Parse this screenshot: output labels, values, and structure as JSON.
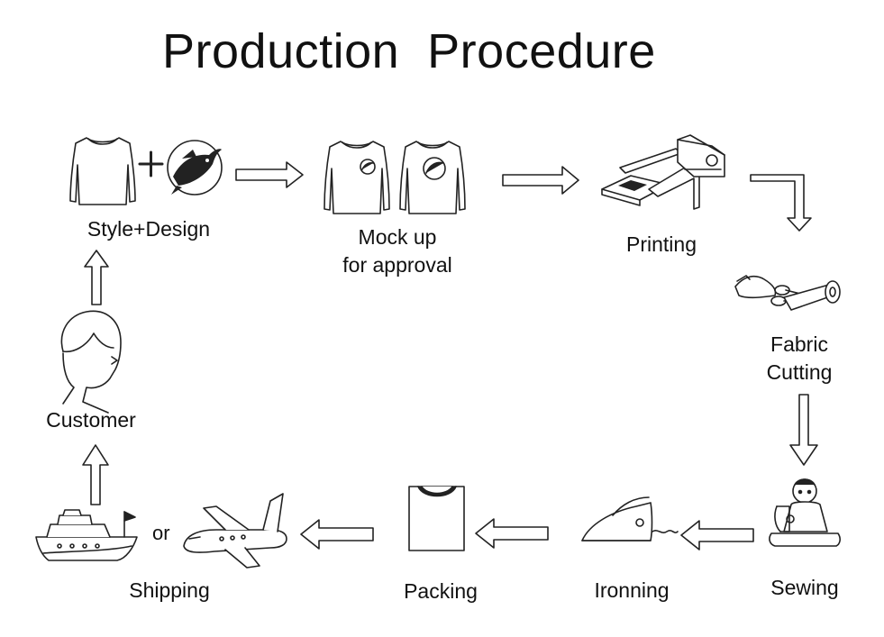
{
  "title": "Production  Procedure",
  "steps": {
    "style_design": "Style+Design",
    "mock_up_line1": "Mock up",
    "mock_up_line2": "for approval",
    "printing": "Printing",
    "fabric_line1": "Fabric",
    "fabric_line2": "Cutting",
    "sewing": "Sewing",
    "ironning": "Ironning",
    "packing": "Packing",
    "shipping": "Shipping",
    "customer": "Customer"
  },
  "or_text": "or"
}
